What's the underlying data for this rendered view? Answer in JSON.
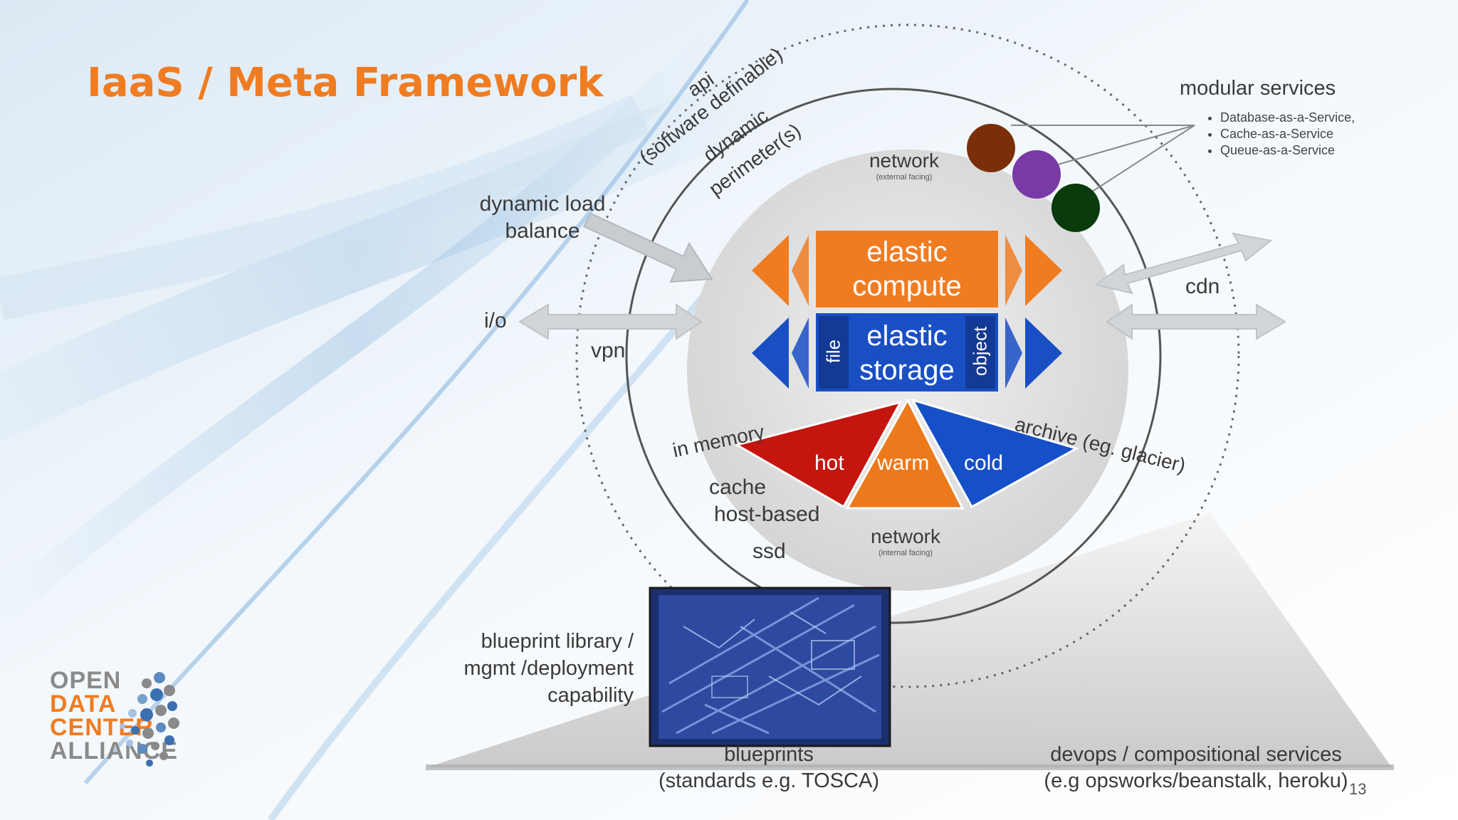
{
  "title": "IaaS / Meta Framework",
  "labels": {
    "api": "api",
    "software_definable": "(software definable)",
    "dynamic": "dynamic",
    "perimeter": "perimeter(s)",
    "dynamic_load": "dynamic load",
    "balance": "balance",
    "io": "i/o",
    "vpn": "vpn",
    "network_external": "network",
    "external_facing": "(external facing)",
    "modular_services": "modular services",
    "cdn": "cdn",
    "in_memory": "in memory",
    "cache": "cache",
    "host_based": "host-based",
    "ssd": "ssd",
    "network_internal": "network",
    "internal_facing": "(internal facing)",
    "archive": "archive (eg. glacier)",
    "blueprint_line1": "blueprint library /",
    "blueprint_line2": "mgmt /deployment",
    "blueprint_line3": "capability",
    "blueprints": "blueprints",
    "standards": "(standards e.g. TOSCA)",
    "devops": "devops / compositional services",
    "devops_examples": "(e.g opsworks/beanstalk, heroku)"
  },
  "compute": {
    "line1": "elastic",
    "line2": "compute"
  },
  "storage": {
    "line1": "elastic",
    "line2": "storage",
    "file": "file",
    "object": "object"
  },
  "tiers": {
    "hot": "hot",
    "warm": "warm",
    "cold": "cold"
  },
  "services": [
    "Database-as-a-Service,",
    "Cache-as-a-Service",
    "Queue-as-a-Service"
  ],
  "logo": {
    "line1": "OPEN",
    "line2": "DATA",
    "line3": "CENTER",
    "line4": "ALLIANCE"
  },
  "page_number": "13",
  "colors": {
    "accent": "#f07c22",
    "compute": "#f07c22",
    "storage": "#1a4fc4",
    "hot": "#c4150e",
    "warm": "#ec7a1c",
    "cold": "#1650c8",
    "dot_brown": "#7a2f08",
    "dot_purple": "#7a3aa6",
    "dot_green": "#083a0c",
    "logo_grey": "#8a8a8a",
    "logo_orange": "#f07c22"
  },
  "icons": [
    "network-dot-icon",
    "left-right-arrow-icon",
    "blueprint-image-icon",
    "logo-dots-icon"
  ]
}
